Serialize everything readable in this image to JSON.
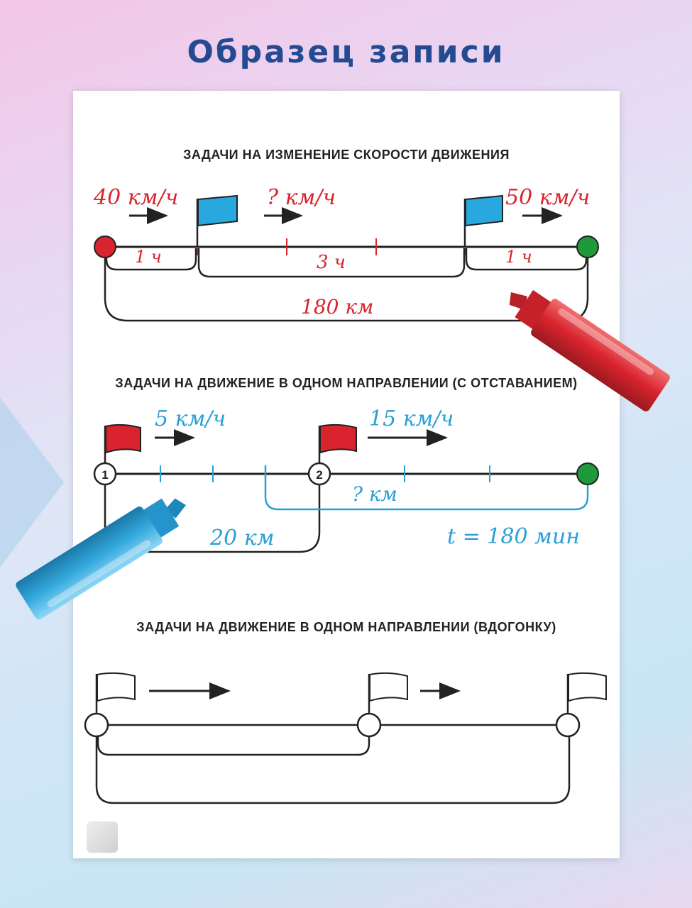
{
  "page_title": "Образец записи",
  "sections": [
    {
      "title": "ЗАДАЧИ НА ИЗМЕНЕНИЕ СКОРОСТИ ДВИЖЕНИЯ",
      "labels": {
        "speed_start": "40 км/ч",
        "speed_middle": "? км/ч",
        "speed_end": "50 км/ч",
        "time_first": "1 ч",
        "time_middle": "3 ч",
        "time_last": "1 ч",
        "total_distance": "180 км"
      }
    },
    {
      "title": "ЗАДАЧИ НА ДВИЖЕНИЕ В ОДНОМ НАПРАВЛЕНИИ (С ОТСТАВАНИЕМ)",
      "labels": {
        "point_1": "1",
        "point_2": "2",
        "speed_1": "5 км/ч",
        "speed_2": "15 км/ч",
        "gap_distance": "20 км",
        "unknown_distance": "? км",
        "time": "t = 180 мин"
      }
    },
    {
      "title": "ЗАДАЧИ НА ДВИЖЕНИЕ В ОДНОМ НАПРАВЛЕНИИ (ВДОГОНКУ)"
    }
  ],
  "colors": {
    "title_blue": "#244a92",
    "red_ink": "#d9232e",
    "blue_ink": "#2a9fd6",
    "flag_blue": "#29a8e0",
    "flag_red": "#d9232e",
    "start_dot": "#d9232e",
    "end_dot": "#1f9a3a"
  }
}
